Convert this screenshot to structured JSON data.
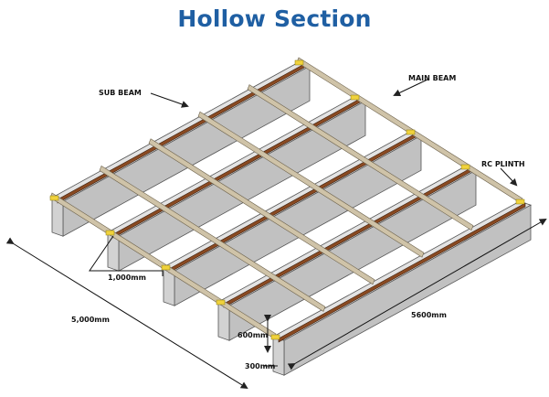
{
  "title": "Hollow Section",
  "labels": {
    "sub_beam": "SUB BEAM",
    "main_beam": "MAIN BEAM",
    "rc_plinth": "RC PLINTH",
    "spacing": "1,000mm",
    "width": "5,000mm",
    "length": "5600mm",
    "plinth_height": "600mm",
    "plinth_width": "300mm"
  },
  "colors": {
    "title": "#1f5fa3",
    "sub_beam": "#8a4a22",
    "main_beam": "#cfc3a8",
    "plinth": "#d2d2d2",
    "pad": "#f0d23c"
  }
}
